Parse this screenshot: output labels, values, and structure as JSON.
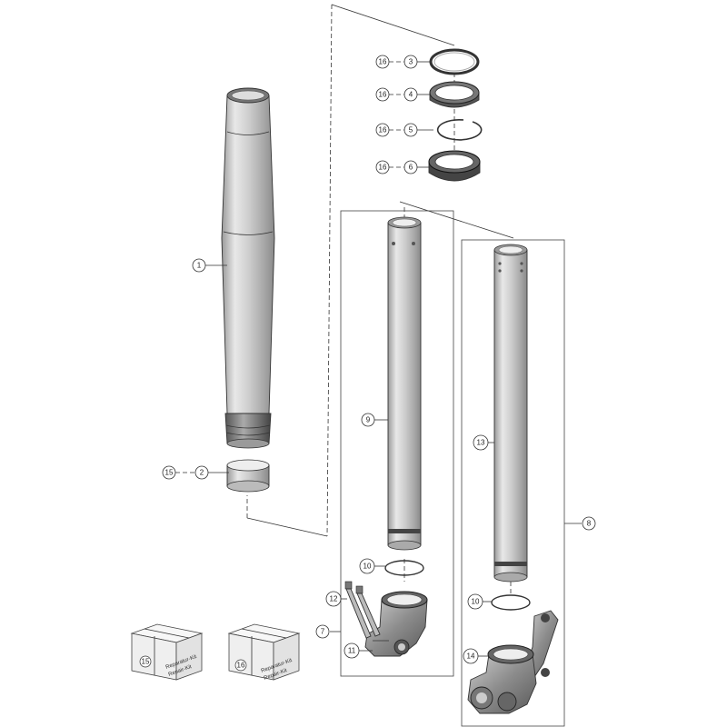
{
  "callouts": {
    "c1": "1",
    "c2": "2",
    "c3": "3",
    "c4": "4",
    "c5": "5",
    "c6": "6",
    "c7": "7",
    "c8": "8",
    "c9": "9",
    "c10a": "10",
    "c10b": "10",
    "c11": "11",
    "c12": "12",
    "c13": "13",
    "c14": "14",
    "c15": "15",
    "c16a": "16",
    "c16b": "16",
    "c16c": "16",
    "c16d": "16"
  },
  "kits": {
    "kit15": {
      "number": "15",
      "line1": "Reparatur-Kit",
      "line2": "Repair-Kit"
    },
    "kit16": {
      "number": "16",
      "line1": "Reparatur-Kit",
      "line2": "Repair-Kit"
    }
  }
}
